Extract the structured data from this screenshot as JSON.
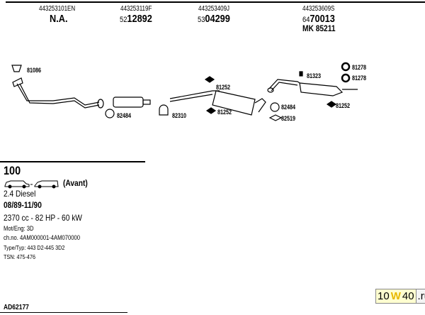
{
  "header": {
    "columns": [
      {
        "oe": "443253101EN",
        "number_prefix": "",
        "number": "N.A.",
        "extra": ""
      },
      {
        "oe": "443253119F",
        "number_prefix": "52",
        "number": "12892",
        "extra": ""
      },
      {
        "oe": "443253409J",
        "number_prefix": "53",
        "number": "04299",
        "extra": ""
      },
      {
        "oe": "443253609S",
        "number_prefix": "64",
        "number": "70013",
        "extra": "MK 85211"
      }
    ]
  },
  "diagram": {
    "labels": [
      "81086",
      "82484",
      "82310",
      "81252",
      "81252",
      "82484",
      "82519",
      "81323",
      "81278",
      "81278",
      "81252"
    ]
  },
  "vehicle": {
    "model": "100",
    "body": "(Avant)",
    "engine": "2.4 Diesel",
    "period": "08/89-11/90",
    "specs": "2370 cc - 82 HP - 60 kW",
    "mot": "Mot/Eng: 3D",
    "chassis": "ch.no. 4AM000001-4AM070000",
    "type": "Type/Typ: 443 D2-445 3D2",
    "tsn": "TSN: 475-476"
  },
  "footer": {
    "code": "AD62177",
    "logo": {
      "a": "10",
      "b": "W",
      "c": "40",
      ".ru": ".ru"
    }
  }
}
